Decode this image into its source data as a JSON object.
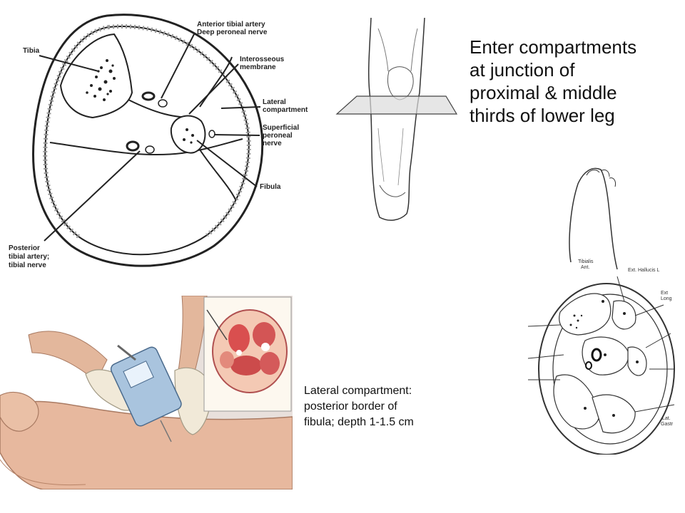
{
  "headline": {
    "lines": [
      "Enter compartments",
      "at junction of",
      "proximal  & middle",
      "thirds of lower leg"
    ]
  },
  "caption": {
    "lines": [
      "Lateral compartment:",
      "posterior border of",
      "fibula; depth 1-1.5 cm"
    ]
  },
  "cross_section_labels": {
    "tibia": "Tibia",
    "artery_nerve_1": "Anterior tibial artery",
    "artery_nerve_2": "Deep peroneal nerve",
    "membrane_1": "Interosseous",
    "membrane_2": "membrane",
    "lateral_1": "Lateral",
    "lateral_2": "compartment",
    "superficial_1": "Superficial",
    "superficial_2": "peroneal",
    "superficial_3": "nerve",
    "fibula": "Fibula",
    "posterior_1": "Posterior",
    "posterior_2": "tibial artery;",
    "posterior_3": "tibial nerve"
  },
  "foot_diagram_labels": {
    "tibialis_1": "Tibialis",
    "tibialis_2": "Ant.",
    "hallucis": "Ext. Hallucis L",
    "ext_1": "Ext",
    "ext_2": "Long",
    "lat": "Lat.",
    "gastro": "Gastr"
  }
}
